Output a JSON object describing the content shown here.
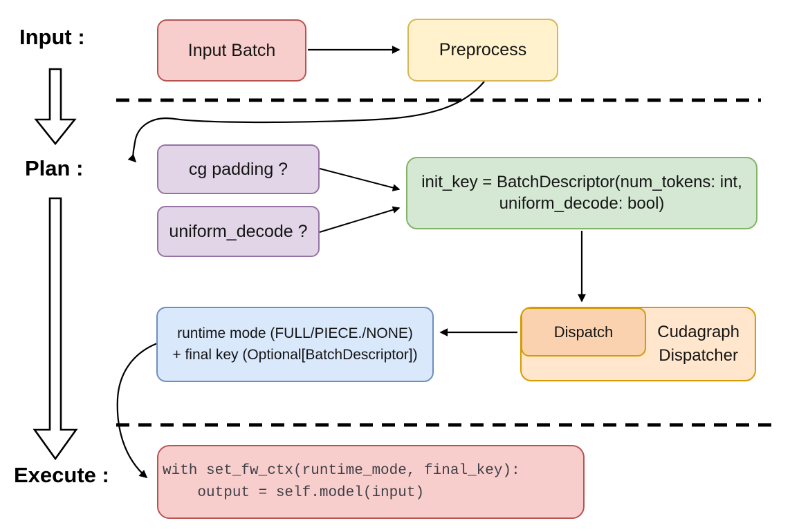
{
  "stages": {
    "input": "Input :",
    "plan": "Plan :",
    "execute": "Execute :"
  },
  "nodes": {
    "input_batch": {
      "label": "Input Batch",
      "fill": "#f8cecc",
      "stroke": "#b85450"
    },
    "preprocess": {
      "label": "Preprocess",
      "fill": "#fff2cc",
      "stroke": "#d6b656"
    },
    "cg_padding": {
      "label": "cg padding ?",
      "fill": "#e1d5e7",
      "stroke": "#9673a6"
    },
    "uniform_decode": {
      "label": "uniform_decode ?",
      "fill": "#e1d5e7",
      "stroke": "#9673a6"
    },
    "init_key": {
      "label": "init_key = BatchDescriptor(num_tokens: int,\nuniform_decode: bool)",
      "fill": "#d5e8d4",
      "stroke": "#82b366"
    },
    "runtime_mode": {
      "label": "runtime mode (FULL/PIECE./NONE)\n+ final key (Optional[BatchDescriptor])",
      "fill": "#dae8fc",
      "stroke": "#6c8ebf"
    },
    "dispatch": {
      "label": "Dispatch",
      "fill": "#fad2b0",
      "stroke": "#d79b00"
    },
    "cudagraph_dispatcher": {
      "label": "Cudagraph\nDispatcher",
      "fill": "#ffe6cc",
      "stroke": "#d79b00"
    },
    "execute_code": {
      "label": "with set_fw_ctx(runtime_mode, final_key):\n    output = self.model(input)",
      "fill": "#f8cecc",
      "stroke": "#b85450"
    }
  },
  "edges": [
    {
      "from": "input_batch",
      "to": "preprocess",
      "style": "solid-arrow"
    },
    {
      "from": "preprocess",
      "to": "cg_padding",
      "style": "curved-arrow"
    },
    {
      "from": "cg_padding",
      "to": "init_key",
      "style": "solid-arrow"
    },
    {
      "from": "uniform_decode",
      "to": "init_key",
      "style": "solid-arrow"
    },
    {
      "from": "init_key",
      "to": "dispatch",
      "style": "solid-arrow"
    },
    {
      "from": "dispatch",
      "to": "runtime_mode",
      "style": "solid-arrow"
    },
    {
      "from": "runtime_mode",
      "to": "execute_code",
      "style": "curved-arrow"
    },
    {
      "from": "stage_input",
      "to": "stage_plan",
      "style": "hollow-block-arrow"
    },
    {
      "from": "stage_plan",
      "to": "stage_execute",
      "style": "hollow-block-arrow"
    }
  ],
  "separators": {
    "style": "dashed",
    "color": "#000000",
    "positions": [
      "between Input and Plan",
      "between Plan and Execute"
    ]
  }
}
